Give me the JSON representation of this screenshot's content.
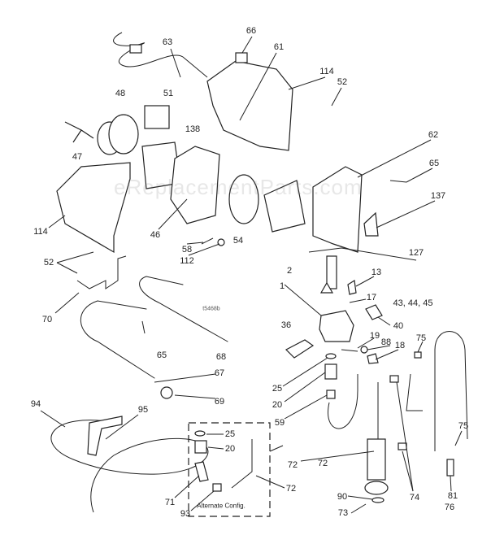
{
  "watermark": "eReplacementParts.com",
  "figure_code": "t5468b",
  "inset_caption": "Alternate Config.",
  "labels": [
    "63",
    "66",
    "61",
    "114",
    "52",
    "48",
    "51",
    "138",
    "62",
    "65",
    "137",
    "47",
    "114",
    "46",
    "58",
    "112",
    "54",
    "52",
    "70",
    "65",
    "68",
    "67",
    "69",
    "127",
    "2",
    "13",
    "1",
    "17",
    "43, 44, 45",
    "40",
    "36",
    "19",
    "88",
    "18",
    "75",
    "25",
    "20",
    "59",
    "94",
    "95",
    "25",
    "20",
    "72",
    "75",
    "71",
    "93",
    "72",
    "72",
    "90",
    "73",
    "74",
    "76",
    "81"
  ]
}
